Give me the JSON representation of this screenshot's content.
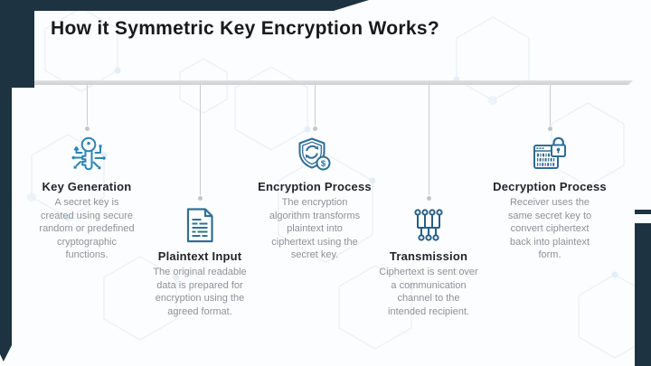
{
  "slide": {
    "title": "How it Symmetric Key Encryption Works?",
    "steps": [
      {
        "name": "Key Generation",
        "description": "A secret key is\ncreated using secure\nrandom or predefined\ncryptographic\nfunctions.",
        "icon": "circuit-key-icon"
      },
      {
        "name": "Plaintext Input",
        "description": "The original readable\ndata is prepared for\nencryption using the\nagreed format.",
        "icon": "document-icon"
      },
      {
        "name": "Encryption Process",
        "description": "The encryption\nalgorithm transforms\nplaintext into\nciphertext using the\nsecret key.",
        "icon": "shield-sync-icon"
      },
      {
        "name": "Transmission",
        "description": "Ciphertext is sent over\na communication\nchannel to the\nintended recipient.",
        "icon": "network-channel-icon"
      },
      {
        "name": "Decryption Process",
        "description": "Receiver uses the\nsame secret key to\nconvert ciphertext\nback into plaintext\nform.",
        "icon": "cipher-lock-icon"
      }
    ],
    "colors": {
      "navy": "#1d3341",
      "icon_blue": "#2f6d94",
      "icon_blue_bright": "#2b84b4",
      "timeline_gray": "#d6d7d8",
      "muted_text": "#8e9296"
    }
  }
}
